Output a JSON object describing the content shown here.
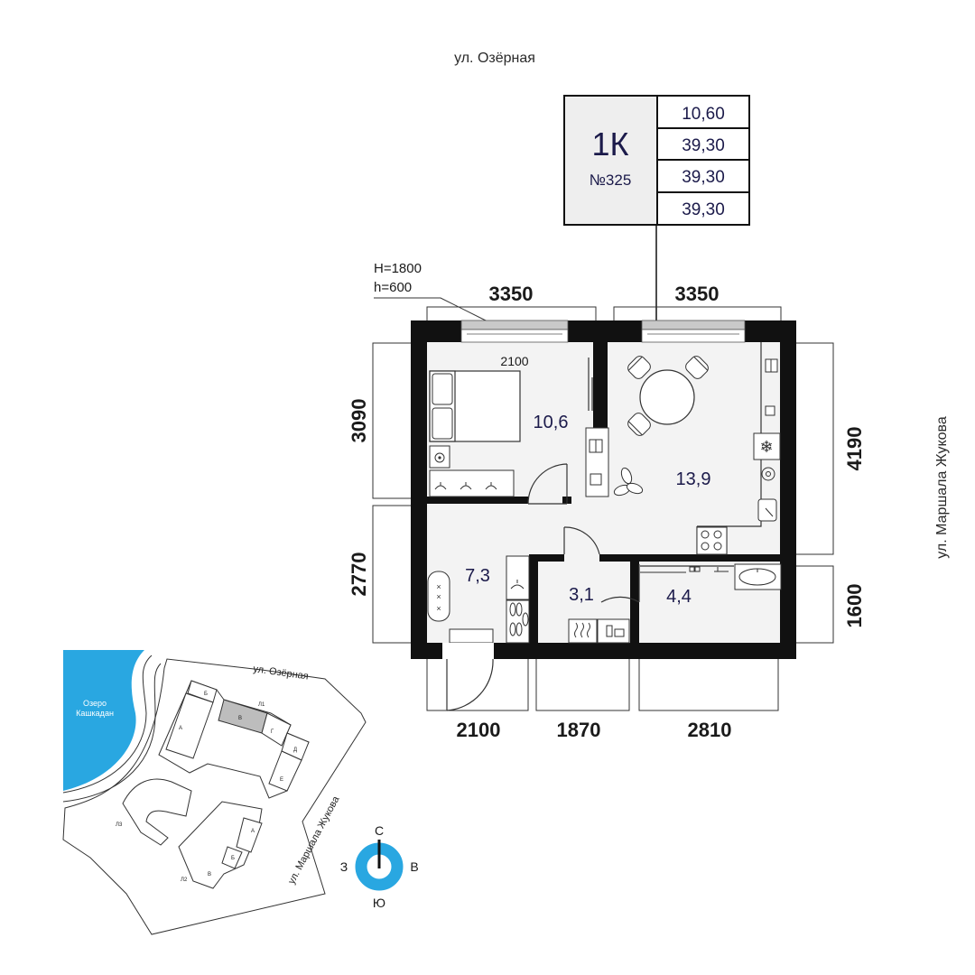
{
  "streets": {
    "top": "ул. Озёрная",
    "right": "ул. Маршала Жукова"
  },
  "apartment": {
    "type": "1К",
    "number": "№325",
    "areas": [
      "10,60",
      "39,30",
      "39,30",
      "39,30"
    ]
  },
  "window_note": {
    "line1": "H=1800",
    "line2": "h=600"
  },
  "dimensions": {
    "top_left": "3350",
    "top_right": "3350",
    "left_upper": "3090",
    "left_lower": "2770",
    "right_upper": "4190",
    "right_lower": "1600",
    "bottom_left": "2100",
    "bottom_mid": "1870",
    "bottom_right": "2810",
    "window_width": "2100"
  },
  "rooms": {
    "bedroom": "10,6",
    "kitchen": "13,9",
    "hall": "7,3",
    "bath": "3,1",
    "wc": "4,4"
  },
  "site_plan": {
    "street_top": "ул. Озёрная",
    "street_right": "ул. Маршала Жукова",
    "lake_line1": "Озеро",
    "lake_line2": "Кашкадан",
    "labels": {
      "b": "Б",
      "l1": "Л1",
      "v": "В",
      "g": "Г",
      "a": "А",
      "d": "Д",
      "e": "Е",
      "l3": "Л3",
      "l2": "Л2",
      "a2": "А",
      "b2": "Б",
      "v2": "В"
    },
    "highlight_color": "#bdbdbd",
    "lake_color": "#29a7e1"
  },
  "compass": {
    "north": "С",
    "south": "Ю",
    "west": "З",
    "east": "В",
    "color": "#29a7e1"
  },
  "colors": {
    "wall": "#111111",
    "area_text": "#1b1a4a",
    "badge_bg": "#eeeeee"
  }
}
